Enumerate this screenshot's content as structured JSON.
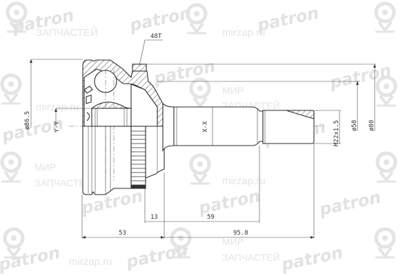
{
  "drawing": {
    "subject": "Outer CV joint (ШРУС наружный) technical drawing",
    "abs_ring_teeth": "48T",
    "axis_labels": {
      "horizontal": "X-X",
      "vertical": "Y-Y"
    },
    "dimensions": {
      "outer_diameter_bell": "ø86.5",
      "shaft_seal_diameter": "ø58",
      "abs_ring_diameter": "ø80",
      "thread": "M22x1.5",
      "length_bell": "53",
      "length_shaft_total": "95.8",
      "length_abs_offset": "13",
      "length_spline": "59"
    }
  },
  "watermarks": {
    "brand": "patron",
    "site": "mirzap.ru",
    "line1": "МИР",
    "line2": "ЗАПЧАСТЕЙ",
    "line2_short": "ЗАПЧАСТЕЙ"
  }
}
